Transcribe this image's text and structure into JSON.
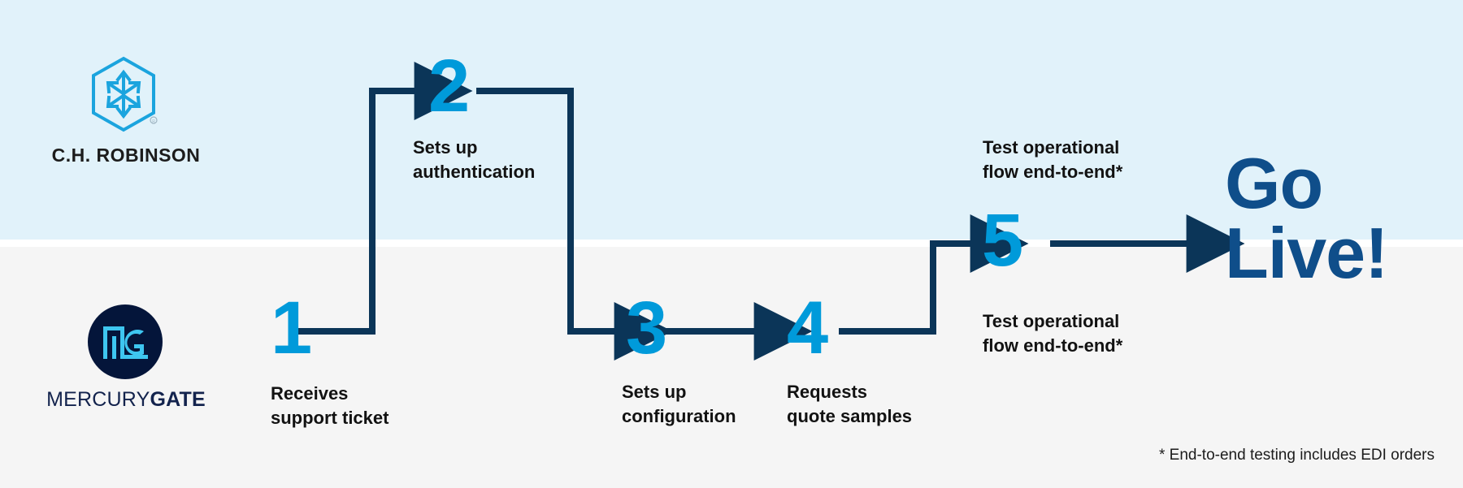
{
  "theme": {
    "band_top_color": "#e1f2fa",
    "band_bottom_color": "#f5f5f5",
    "step_number_color": "#009ada",
    "connector_color": "#0b3558",
    "caption_color": "#121212",
    "golive_color": "#0f4e8a",
    "mercurygate_navy": "#04153a",
    "chrobinson_blue": "#009ada"
  },
  "swimlanes": [
    {
      "id": "lane-chrobinson",
      "actor": "C.H. ROBINSON"
    },
    {
      "id": "lane-mercurygate",
      "actor": "MERCURYGATE"
    }
  ],
  "logos": {
    "chrobinson": {
      "wordmark": "C.H. ROBINSON",
      "icon_name": "chrobinson-hexagon-cube-icon"
    },
    "mercurygate": {
      "wordmark_light": "MERCURY",
      "wordmark_bold": "GATE",
      "icon_name": "mercurygate-mg-monogram-icon"
    }
  },
  "steps": [
    {
      "number": "1",
      "caption": "Receives\nsupport ticket",
      "lane": "lane-mercurygate"
    },
    {
      "number": "2",
      "caption": "Sets up\nauthentication",
      "lane": "lane-chrobinson"
    },
    {
      "number": "3",
      "caption": "Sets up\nconfiguration",
      "lane": "lane-mercurygate"
    },
    {
      "number": "4",
      "caption": "Requests\nquote samples",
      "lane": "lane-mercurygate"
    },
    {
      "number": "5",
      "caption_top": "Test operational\nflow end-to-end*",
      "caption_bottom": "Test operational\nflow end-to-end*",
      "lane": "lane-both"
    }
  ],
  "outcome": {
    "label": "Go\nLive!"
  },
  "footnote": {
    "text": "* End-to-end testing includes EDI orders"
  }
}
